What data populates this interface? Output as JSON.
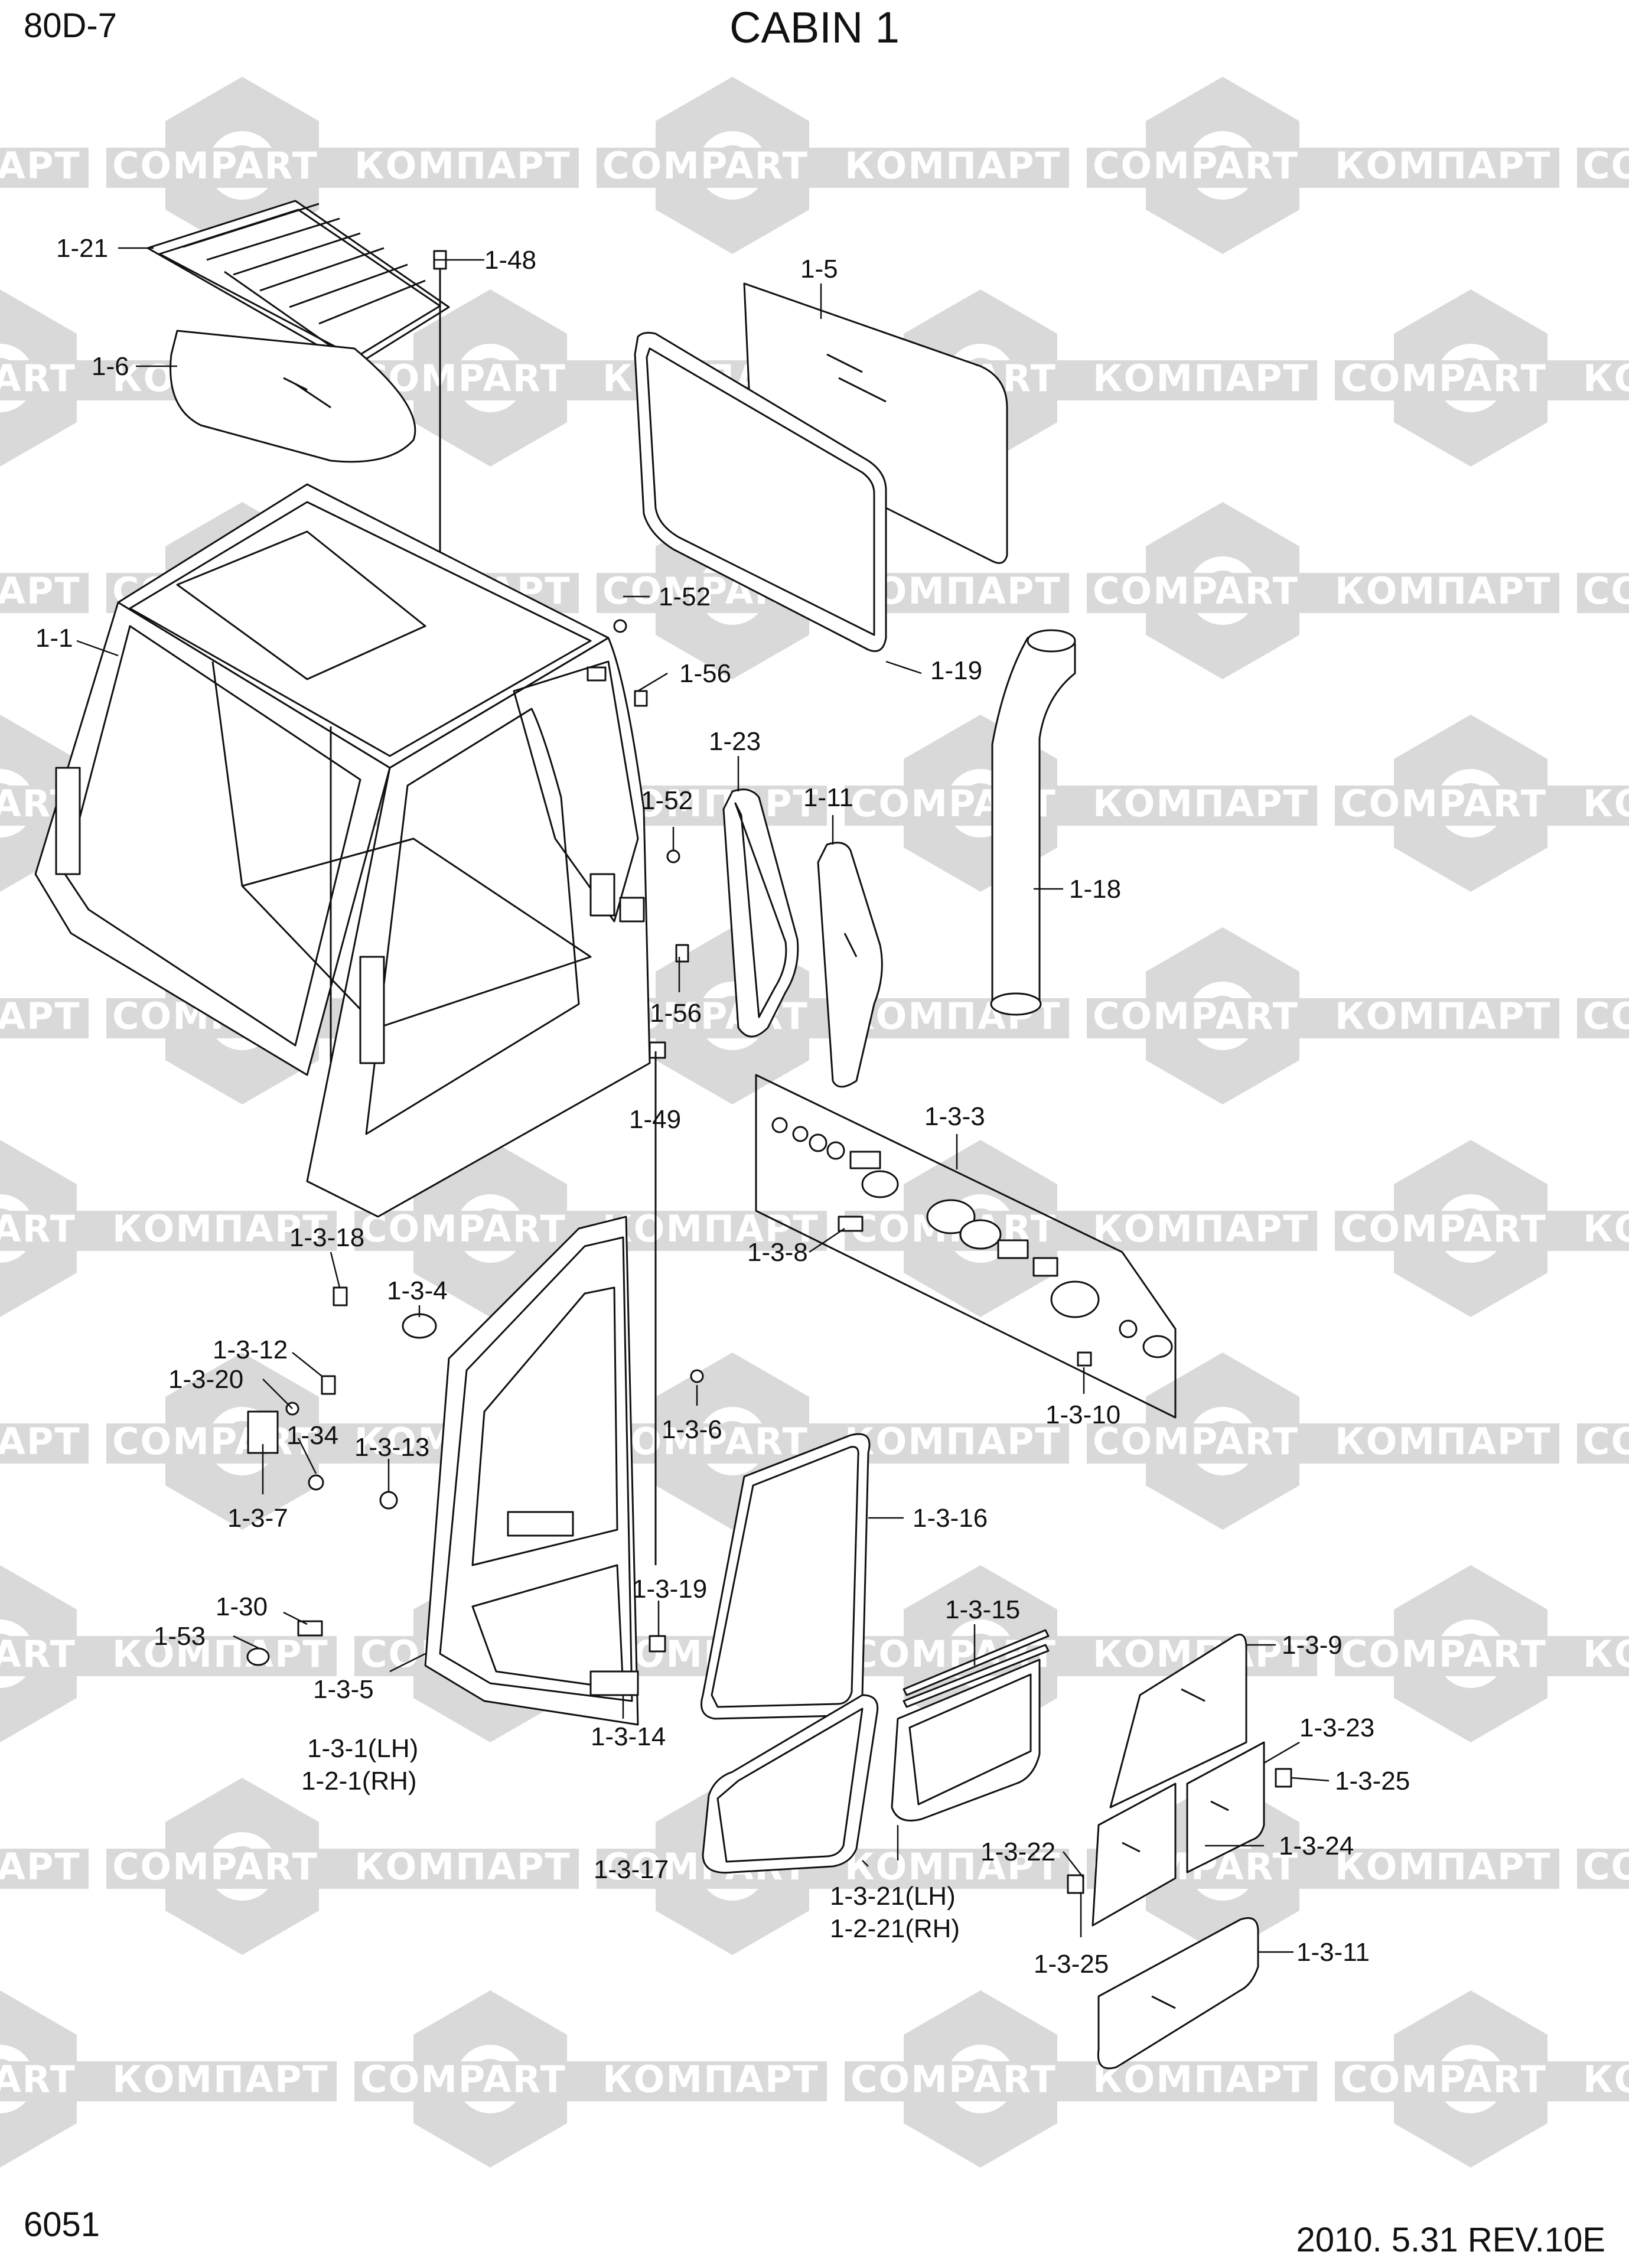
{
  "header": {
    "model": "80D-7",
    "title": "CABIN 1"
  },
  "footer": {
    "page_number": "6051",
    "revision": "2010. 5.31  REV.10E"
  },
  "watermark": {
    "text_latin": "COMPART",
    "text_cyrillic": "КОМПАРТ",
    "color": "#d9d9d9"
  },
  "part_labels": [
    {
      "id": "p1",
      "text": "1-21"
    },
    {
      "id": "p2",
      "text": "1-48"
    },
    {
      "id": "p3",
      "text": "1-6"
    },
    {
      "id": "p4",
      "text": "1-5"
    },
    {
      "id": "p5",
      "text": "1-19"
    },
    {
      "id": "p6",
      "text": "1-1"
    },
    {
      "id": "p7",
      "text": "1-52"
    },
    {
      "id": "p8",
      "text": "1-56"
    },
    {
      "id": "p9",
      "text": "1-23"
    },
    {
      "id": "p10",
      "text": "1-11"
    },
    {
      "id": "p11",
      "text": "1-18"
    },
    {
      "id": "p12",
      "text": "1-52"
    },
    {
      "id": "p13",
      "text": "1-56"
    },
    {
      "id": "p14",
      "text": "1-49"
    },
    {
      "id": "p15",
      "text": "1-3-3"
    },
    {
      "id": "p16",
      "text": "1-3-18"
    },
    {
      "id": "p17",
      "text": "1-3-8"
    },
    {
      "id": "p18",
      "text": "1-3-4"
    },
    {
      "id": "p19",
      "text": "1-3-12"
    },
    {
      "id": "p20",
      "text": "1-3-20"
    },
    {
      "id": "p21",
      "text": "1-34"
    },
    {
      "id": "p22",
      "text": "1-3-13"
    },
    {
      "id": "p23",
      "text": "1-3-6"
    },
    {
      "id": "p24",
      "text": "1-3-10"
    },
    {
      "id": "p25",
      "text": "1-3-7"
    },
    {
      "id": "p26",
      "text": "1-3-16"
    },
    {
      "id": "p27",
      "text": "1-30"
    },
    {
      "id": "p28",
      "text": "1-53"
    },
    {
      "id": "p29",
      "text": "1-3-19"
    },
    {
      "id": "p30",
      "text": "1-3-15"
    },
    {
      "id": "p31",
      "text": "1-3-9"
    },
    {
      "id": "p32",
      "text": "1-3-5"
    },
    {
      "id": "p33",
      "text": "1-3-14"
    },
    {
      "id": "p34",
      "text": "1-3-1(LH)"
    },
    {
      "id": "p35",
      "text": "1-2-1(RH)"
    },
    {
      "id": "p36",
      "text": "1-3-23"
    },
    {
      "id": "p37",
      "text": "1-3-25"
    },
    {
      "id": "p38",
      "text": "1-3-22"
    },
    {
      "id": "p39",
      "text": "1-3-24"
    },
    {
      "id": "p40",
      "text": "1-3-17"
    },
    {
      "id": "p41",
      "text": "1-3-21(LH)"
    },
    {
      "id": "p42",
      "text": "1-2-21(RH)"
    },
    {
      "id": "p43",
      "text": "1-3-25"
    },
    {
      "id": "p44",
      "text": "1-3-11"
    }
  ]
}
